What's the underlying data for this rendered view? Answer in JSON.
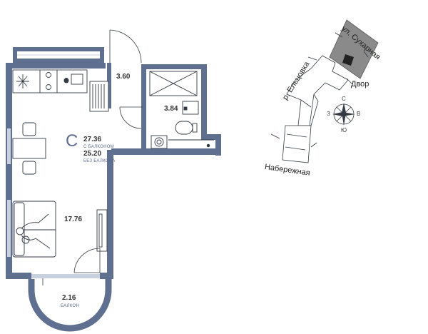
{
  "unit": {
    "type_letter": "С",
    "total_with_balcony": "27.36",
    "with_balcony_caption": "С БАЛКОНОМ",
    "total_without_balcony": "25.20",
    "without_balcony_caption": "БЕЗ БАЛКОНА"
  },
  "rooms": {
    "hall": "3.60",
    "bathroom": "3.84",
    "living": "17.76",
    "balcony": "2.16",
    "balcony_caption": "БАЛКОН"
  },
  "site_map": {
    "street_top": "ул. Сухарная",
    "river": "р. Ельцовка",
    "embankment": "Набережная",
    "yard": "Двор",
    "compass": {
      "north": "С",
      "south": "Ю",
      "west": "З",
      "east": "В"
    }
  },
  "colors": {
    "wall": "#5f6f90",
    "window": "#c9d0de",
    "fixture": "#333a44",
    "building": "#8a8a8a",
    "highlight": "#222222"
  }
}
